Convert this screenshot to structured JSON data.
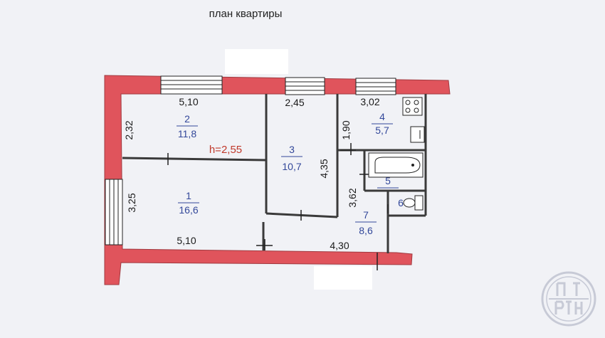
{
  "title": "план квартиры",
  "ceiling_height": "h=2,55",
  "rooms": [
    {
      "number": "1",
      "area": "16,6"
    },
    {
      "number": "2",
      "area": "11,8"
    },
    {
      "number": "3",
      "area": "10,7"
    },
    {
      "number": "4",
      "area": "5,7"
    },
    {
      "number": "5",
      "area": ""
    },
    {
      "number": "6",
      "area": ""
    },
    {
      "number": "7",
      "area": "8,6"
    }
  ],
  "dimensions": {
    "room2_top": "5,10",
    "room3_top": "2,45",
    "room4_top": "3,02",
    "room2_side": "2,32",
    "room1_side": "3,25",
    "room1_bottom": "5,10",
    "room3_side": "4,35",
    "room4_side": "1,90",
    "hall_side": "3,62",
    "hall_bottom": "4,30"
  },
  "colors": {
    "wall": "#e0545c",
    "inner_wall": "#3a3a3a",
    "room_label": "#33489a",
    "height_label": "#c0392b",
    "background": "#f1f2f6"
  },
  "icons": [
    "stove-icon",
    "sink-icon",
    "bathtub-icon",
    "toilet-icon",
    "watermark-logo"
  ]
}
